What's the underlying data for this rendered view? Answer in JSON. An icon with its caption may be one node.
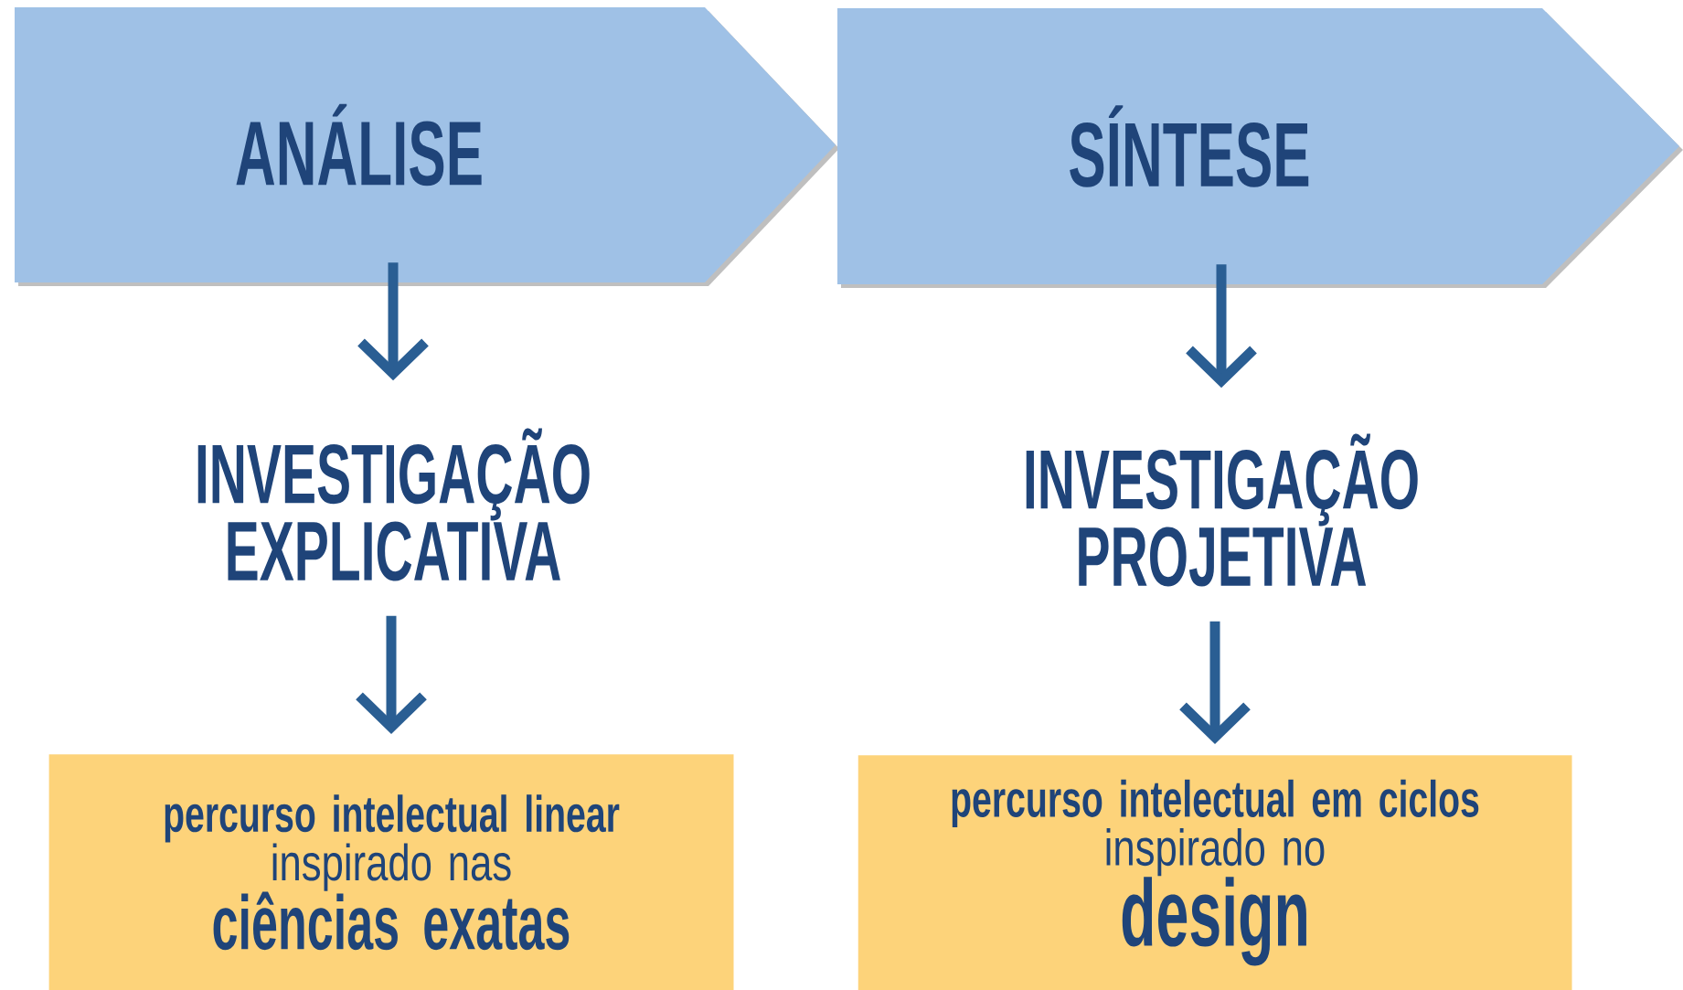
{
  "diagram": {
    "nodes": [
      {
        "text": [
          "ANÁLISE"
        ]
      },
      {
        "text": [
          "INVESTIGAÇÃO EXPLICATIVA"
        ]
      },
      {
        "text": [
          "percurso intelectual linear",
          "inspirado nas",
          "ciências exatas"
        ]
      },
      {
        "text": [
          "SÍNTESE"
        ]
      },
      {
        "text": [
          "INVESTIGAÇÃO PROJETIVA"
        ]
      },
      {
        "text": [
          "percurso intelectual em ciclos",
          "inspirado no",
          "design"
        ]
      }
    ],
    "edges": [
      {
        "from": 0,
        "to": 1,
        "arrow": "to"
      },
      {
        "from": 1,
        "to": 2,
        "arrow": "to"
      },
      {
        "from": 3,
        "to": 4,
        "arrow": "to"
      },
      {
        "from": 4,
        "to": 5,
        "arrow": "to"
      }
    ]
  }
}
